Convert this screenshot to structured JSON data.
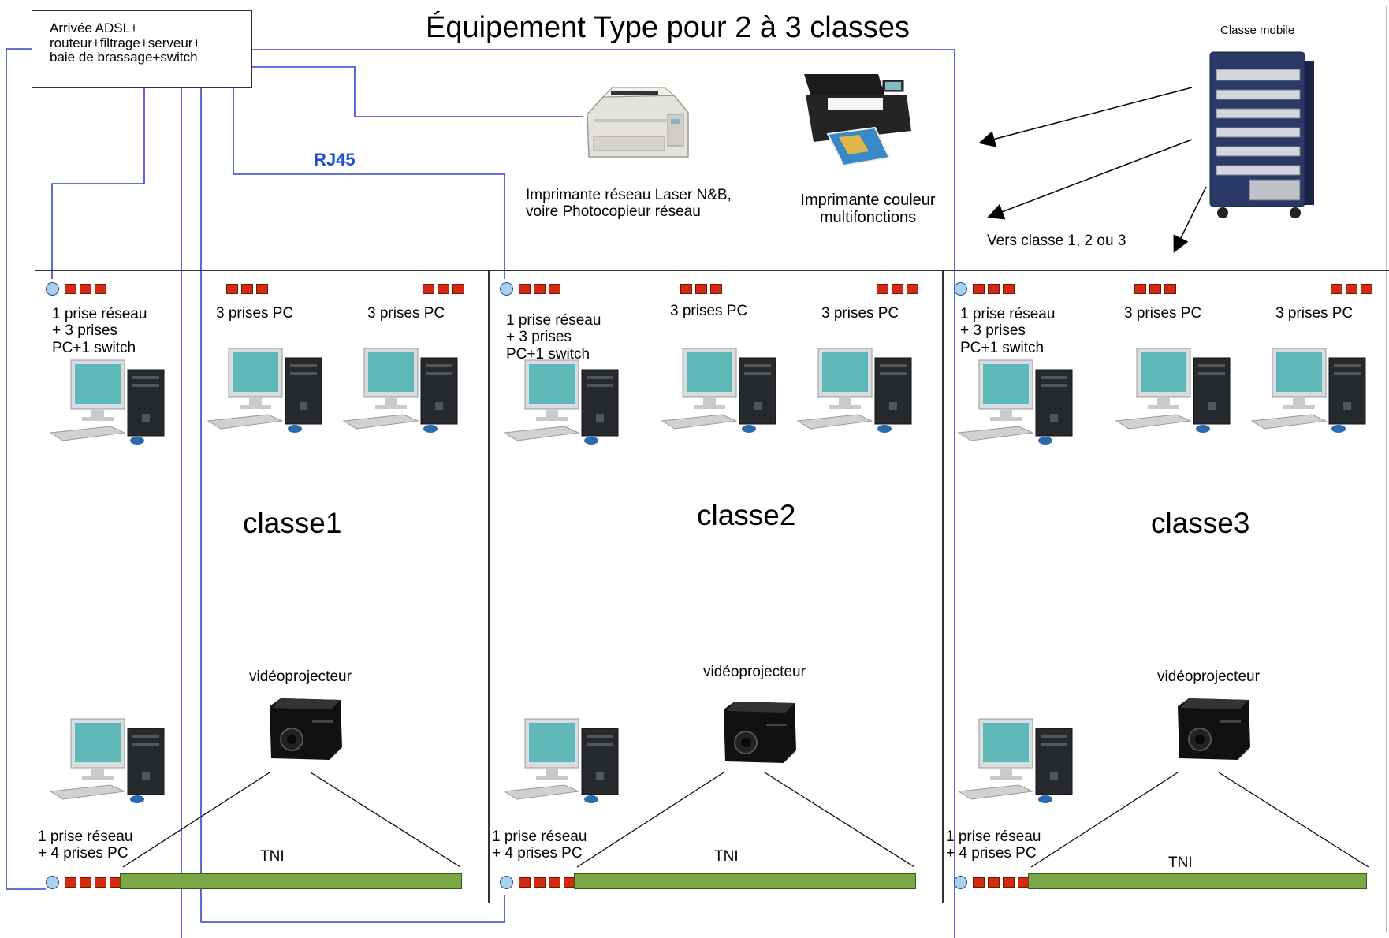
{
  "title": "Équipement Type pour 2 à 3 classes",
  "network_box": {
    "label": "Arrivée ADSL+\nrouteur+filtrage+serveur+\nbaie de brassage+switch"
  },
  "rj45_label": "RJ45",
  "printers": {
    "laser_label": "Imprimante réseau Laser N&B,\nvoire Photocopieur réseau",
    "color_label": "Imprimante couleur\nmultifonctions"
  },
  "mobile_class": {
    "label": "Classe mobile",
    "target_label": "Vers classe 1, 2 ou 3"
  },
  "classes": [
    {
      "name": "classe1",
      "top_left_label": "1 prise réseau\n+ 3  prises\nPC+1 switch",
      "top_mid_label": "3  prises PC",
      "top_right_label": "3  prises PC",
      "projector_label": "vidéoprojecteur",
      "bottom_label": "1 prise réseau\n+ 4  prises PC",
      "board_label": "TNI"
    },
    {
      "name": "classe2",
      "top_left_label": "1 prise réseau\n+ 3  prises\nPC+1 switch",
      "top_mid_label": "3  prises PC",
      "top_right_label": "3  prises PC",
      "projector_label": "vidéoprojecteur",
      "bottom_label": "1 prise réseau\n+ 4  prises PC",
      "board_label": "TNI"
    },
    {
      "name": "classe3",
      "top_left_label": "1 prise réseau\n+ 3  prises\nPC+1 switch",
      "top_mid_label": "3  prises PC",
      "top_right_label": "3  prises PC",
      "projector_label": "vidéoprojecteur",
      "bottom_label": "1 prise réseau\n+ 4  prises PC",
      "board_label": "TNI"
    }
  ],
  "colors": {
    "cable": "#3344cc",
    "socket_square": "#d42a12",
    "network_port": "#a9d2f0",
    "whiteboard": "#7aa845",
    "screen": "#5fb8b8",
    "border": "#333333"
  }
}
